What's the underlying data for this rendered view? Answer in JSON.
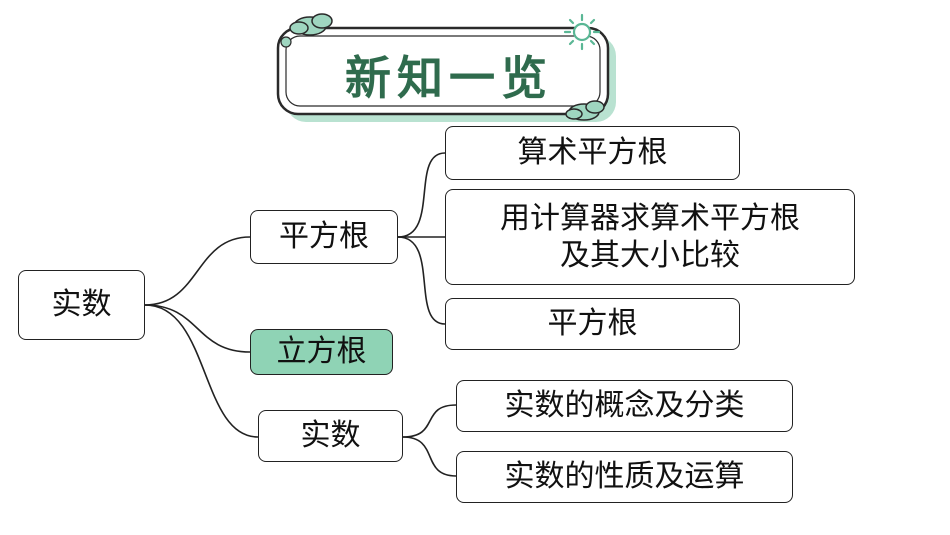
{
  "title": "新知一览",
  "colors": {
    "title_text": "#2f6b4d",
    "title_shadow": "#b9e2d1",
    "highlight_fill": "#8fd3b5",
    "cloud_fill": "#9fd6c0",
    "sun_color": "#5ab795",
    "line_color": "#222222"
  },
  "icons": [
    "cloud-icon",
    "sun-icon"
  ],
  "mindmap": {
    "root": "实数",
    "branches": [
      {
        "label": "平方根",
        "children": [
          "算术平方根",
          "用计算器求算术平方根及其大小比较",
          "平方根"
        ]
      },
      {
        "label": "立方根",
        "highlighted": true,
        "children": []
      },
      {
        "label": "实数",
        "children": [
          "实数的概念及分类",
          "实数的性质及运算"
        ]
      }
    ],
    "multiline": {
      "calc_line1": "用计算器求算术平方根",
      "calc_line2": "及其大小比较"
    }
  }
}
